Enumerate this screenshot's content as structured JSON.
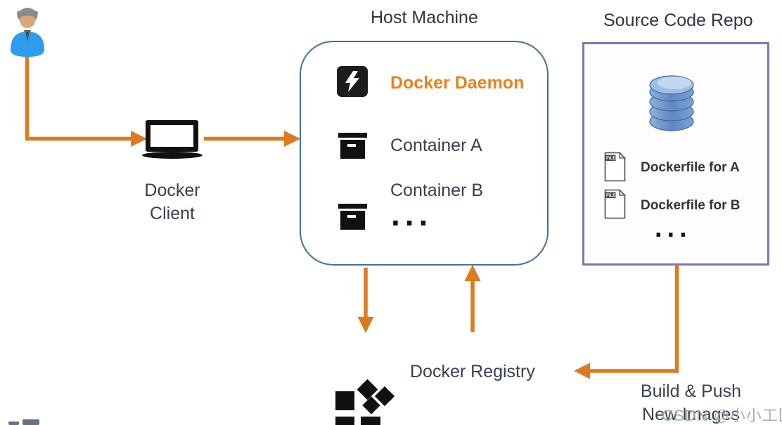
{
  "host": {
    "title": "Host Machine",
    "items": [
      {
        "icon": "lightning-icon",
        "label": "Docker Daemon"
      },
      {
        "icon": "container-box-icon",
        "label": "Container A"
      },
      {
        "icon": "container-box-icon",
        "label": "Container B"
      }
    ],
    "ellipsis": "..."
  },
  "repo": {
    "title": "Source Code Repo",
    "db_icon": "database-cylinder-icon",
    "files": [
      {
        "icon": "file-icon",
        "badge": "FILE",
        "label": "Dockerfile for A"
      },
      {
        "icon": "file-icon",
        "badge": "FILE",
        "label": "Dockerfile for B"
      }
    ],
    "ellipsis": "..."
  },
  "client": {
    "icon": "laptop-icon",
    "line1": "Docker",
    "line2": "Client"
  },
  "user": {
    "icon": "person-icon"
  },
  "registry": {
    "icon": "registry-squares-icon",
    "label": "Docker Registry"
  },
  "build_push": {
    "line1": "Build & Push",
    "line2": "New Images"
  },
  "watermark": {
    "text": "CSDN @小小工匠"
  },
  "colors": {
    "arrow_orange": "#DE7A1E",
    "daemon_text": "#E8811E",
    "host_border": "#44719E",
    "repo_border": "#8273B4",
    "text_dark": "#39404E",
    "icon_black": "#111111",
    "db_blue": "#5E88C4",
    "person_blue": "#2D9CF0",
    "watermark_gray": "#A9ABAE"
  }
}
